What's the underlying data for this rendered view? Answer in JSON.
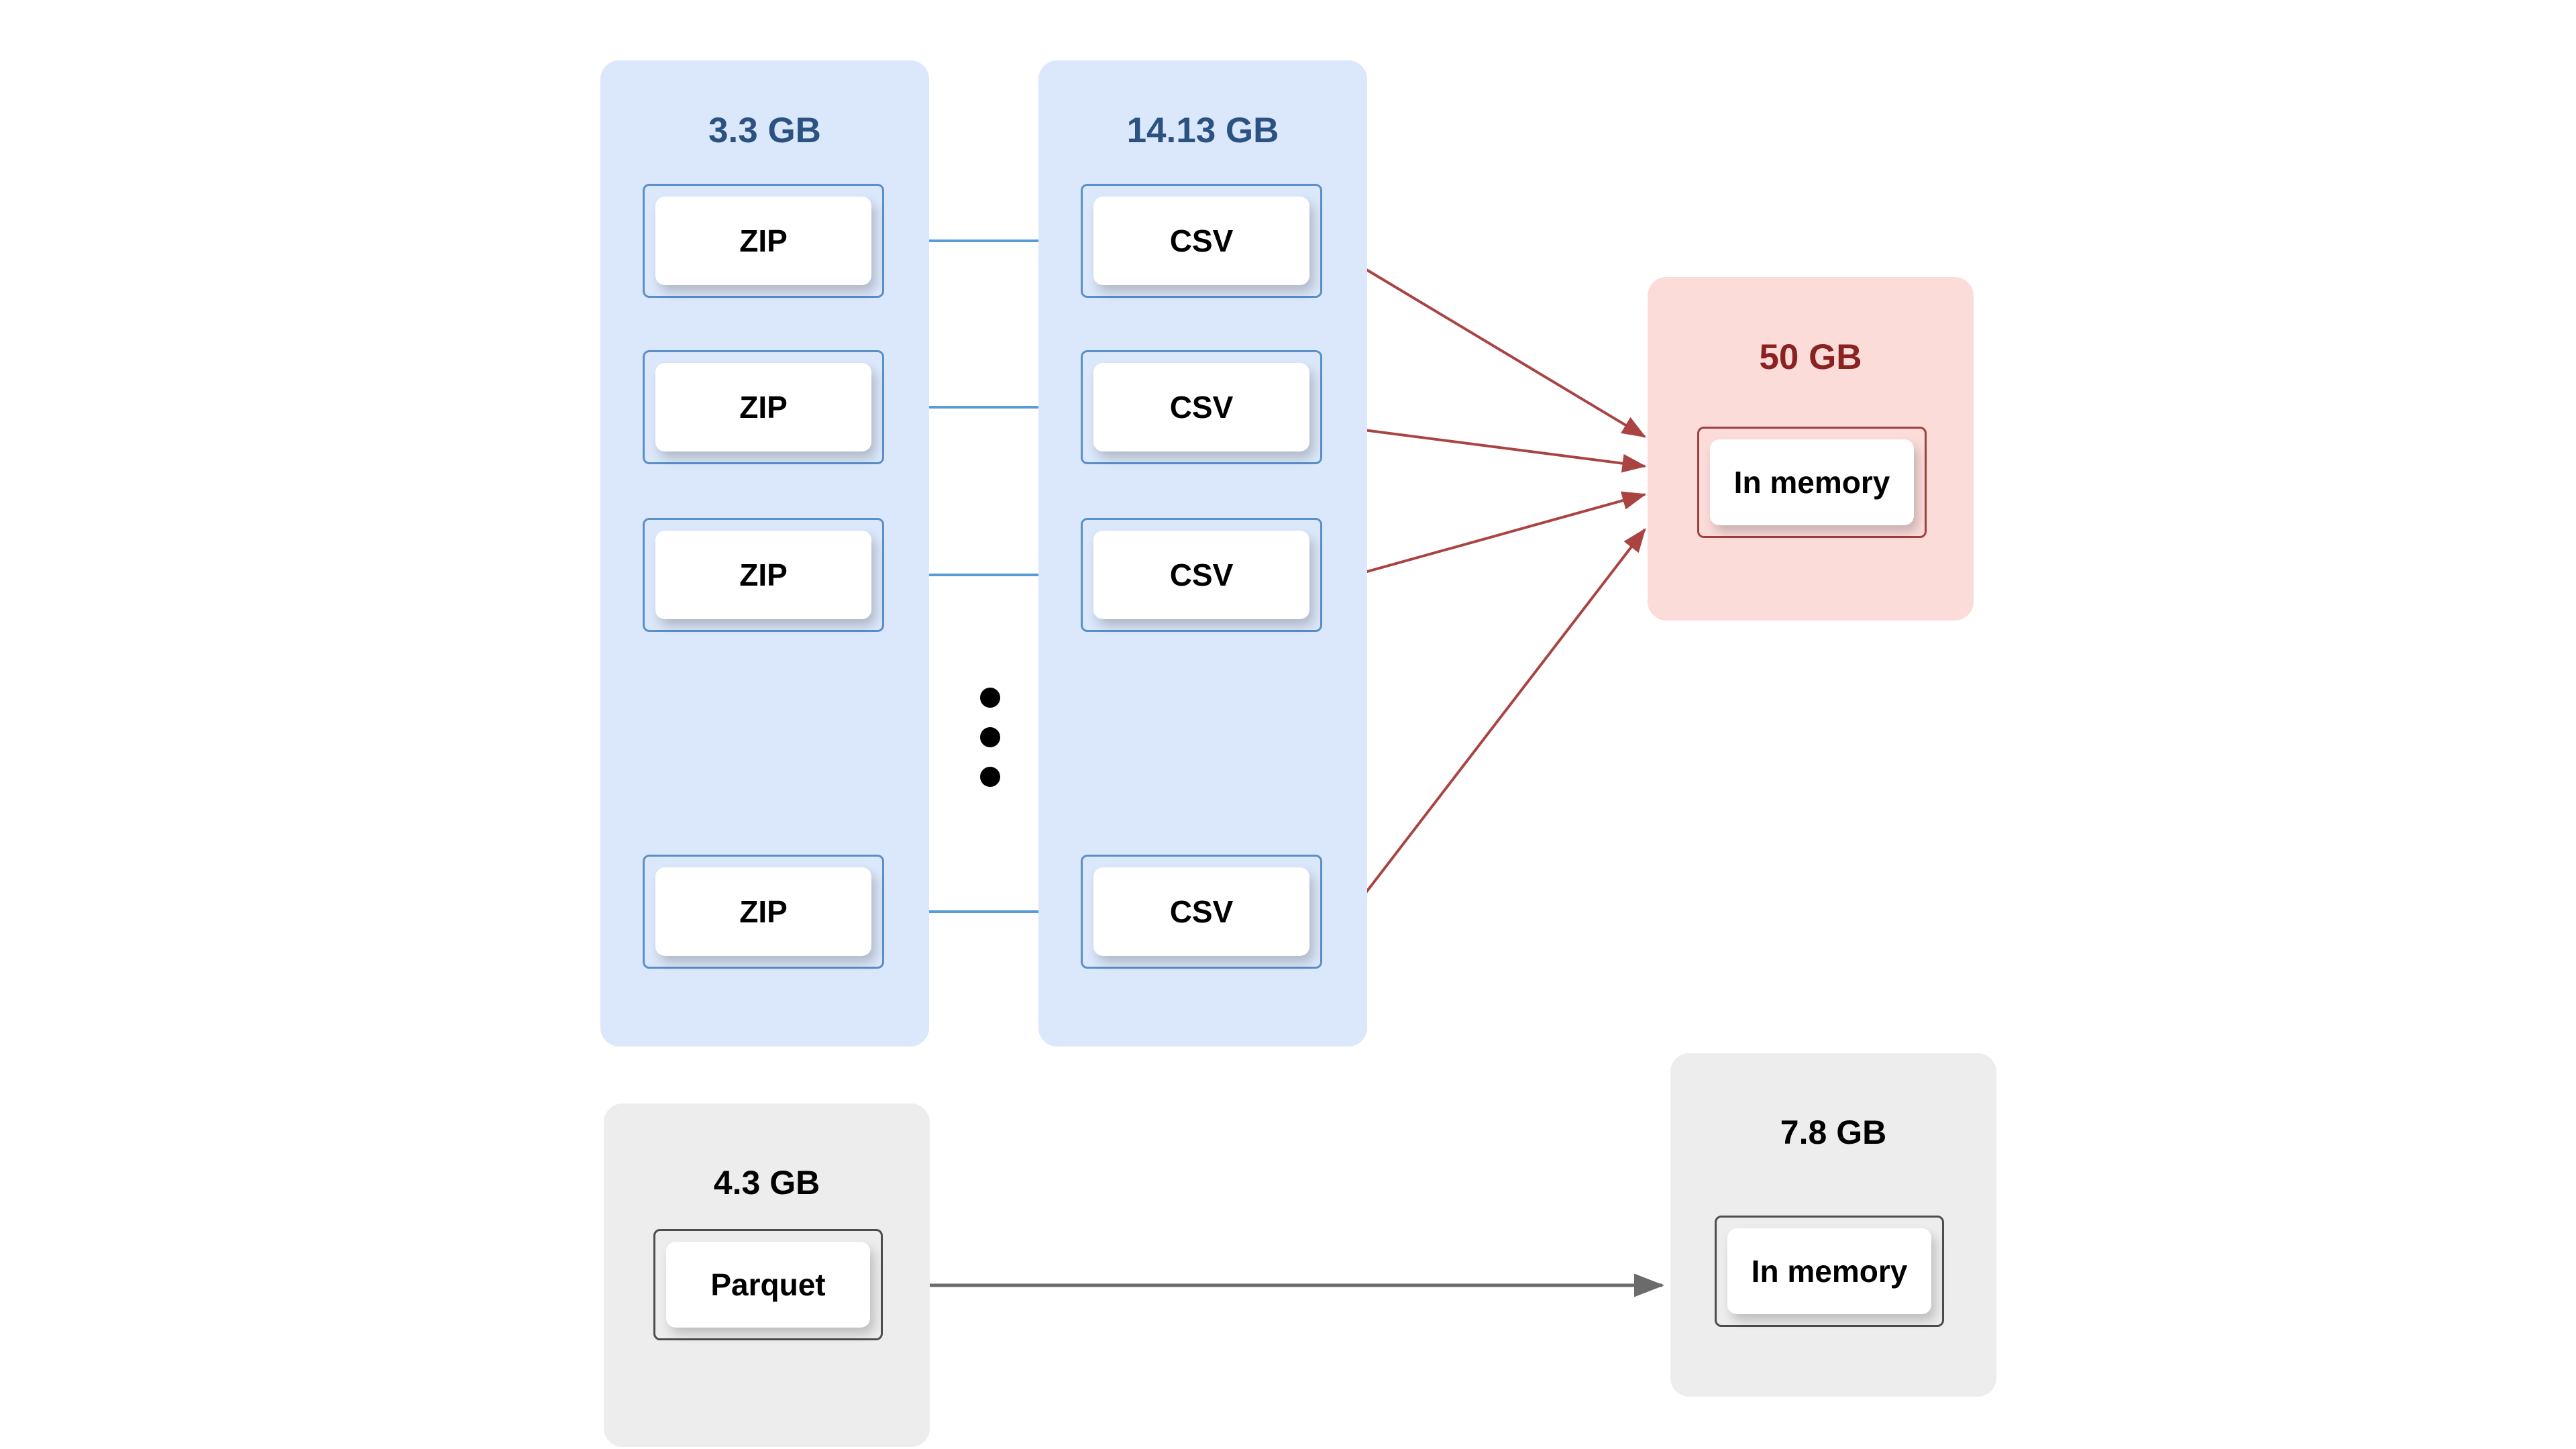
{
  "diagram": {
    "title_hidden": "",
    "colors": {
      "blue_panel_bg": "#dbe7fa",
      "blue_title_text": "#2b5280",
      "blue_node_border": "#5b8fc9",
      "blue_arrow": "#5b9bd5",
      "red_panel_bg": "#fbdcd9",
      "red_title_text": "#8b2222",
      "red_node_border": "#9e4040",
      "red_arrow": "#a94442",
      "gray_panel_bg": "#ededed",
      "gray_node_border": "#4d4d4d",
      "gray_arrow": "#6b6b6b",
      "node_fill": "#ffffff",
      "node_label_text": "#000000",
      "page_bg": "#ffffff"
    },
    "panels": [
      {
        "id": "zip-group",
        "title": "3.3 GB",
        "style": "blue"
      },
      {
        "id": "csv-group",
        "title": "14.13 GB",
        "style": "blue"
      },
      {
        "id": "memory-group",
        "title": "50 GB",
        "style": "red"
      },
      {
        "id": "parquet-group",
        "title": "4.3 GB",
        "style": "gray"
      },
      {
        "id": "memory-pq-group",
        "title": "7.8 GB",
        "style": "gray"
      }
    ],
    "zip_nodes": [
      {
        "label": "ZIP"
      },
      {
        "label": "ZIP"
      },
      {
        "label": "ZIP"
      },
      {
        "label": "ZIP"
      }
    ],
    "csv_nodes": [
      {
        "label": "CSV"
      },
      {
        "label": "CSV"
      },
      {
        "label": "CSV"
      },
      {
        "label": "CSV"
      }
    ],
    "memory_node": {
      "label": "In memory"
    },
    "parquet_node": {
      "label": "Parquet"
    },
    "memory_pq_node": {
      "label": "In memory"
    },
    "ellipsis": {
      "dot_count": 3,
      "meaning": "more-items-indicator"
    }
  }
}
